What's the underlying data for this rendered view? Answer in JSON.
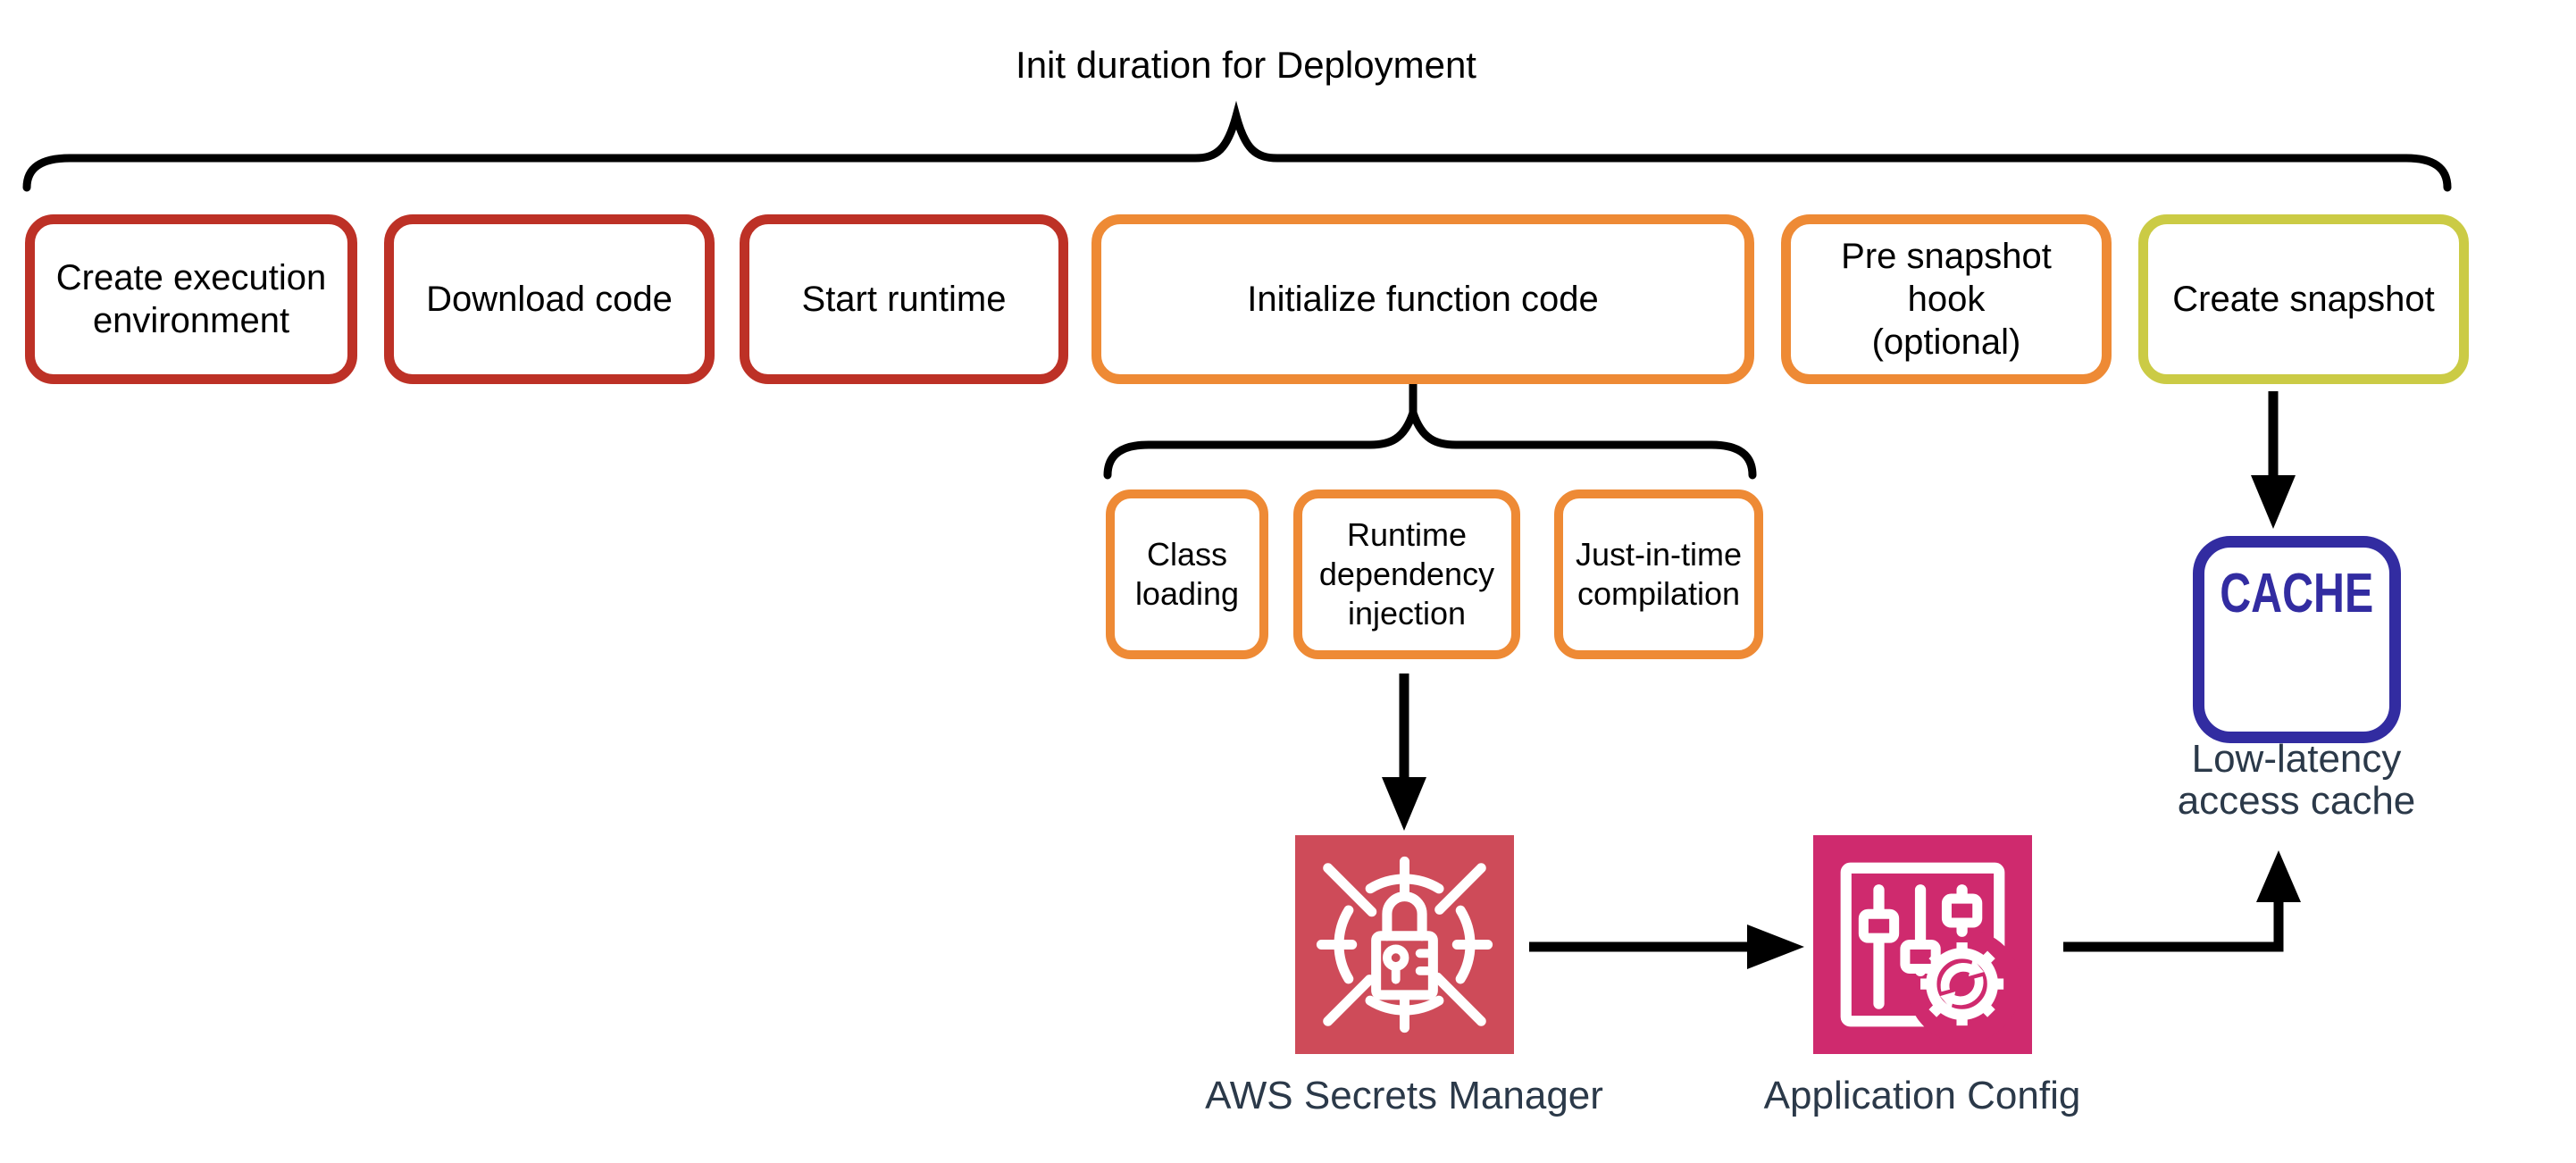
{
  "title": "Init duration for Deployment",
  "timeline": {
    "phases": [
      {
        "id": "create-execution-environment",
        "lines": [
          "Create execution",
          "environment"
        ],
        "border_color": "#BD3126"
      },
      {
        "id": "download-code",
        "lines": [
          "Download code"
        ],
        "border_color": "#BD3126"
      },
      {
        "id": "start-runtime",
        "lines": [
          "Start runtime"
        ],
        "border_color": "#BD3126"
      },
      {
        "id": "initialize-function-code",
        "lines": [
          "Initialize function code"
        ],
        "border_color": "#EE8A35"
      },
      {
        "id": "pre-snapshot-hook",
        "lines": [
          "Pre snapshot",
          "hook",
          "(optional)"
        ],
        "border_color": "#EE8A35"
      },
      {
        "id": "create-snapshot",
        "lines": [
          "Create snapshot"
        ],
        "border_color": "#CBCB45"
      }
    ]
  },
  "init_sub_steps": [
    {
      "id": "class-loading",
      "lines": [
        "Class",
        "loading"
      ],
      "border_color": "#EE8A35"
    },
    {
      "id": "runtime-dependency-injection",
      "lines": [
        "Runtime",
        "dependency",
        "injection"
      ],
      "border_color": "#EE8A35"
    },
    {
      "id": "just-in-time-compilation",
      "lines": [
        "Just-in-time",
        "compilation"
      ],
      "border_color": "#EE8A35"
    }
  ],
  "services": {
    "secrets_manager": {
      "label": "AWS Secrets Manager",
      "color": "#CE4B59"
    },
    "application_config": {
      "label": "Application Config",
      "color": "#CF2A6E"
    }
  },
  "cache": {
    "box_text": "CACHE",
    "caption_lines": [
      "Low-latency",
      "access cache"
    ],
    "border_color": "#322CA1"
  },
  "colors": {
    "phase_red": "#BD3126",
    "phase_orange": "#EE8A35",
    "phase_lime": "#CBCB45",
    "cache_blue": "#322CA1",
    "secrets_red": "#CE4B59",
    "config_pink": "#CF2A6E",
    "caption_navy": "#2B3949",
    "line_black": "#000000"
  }
}
